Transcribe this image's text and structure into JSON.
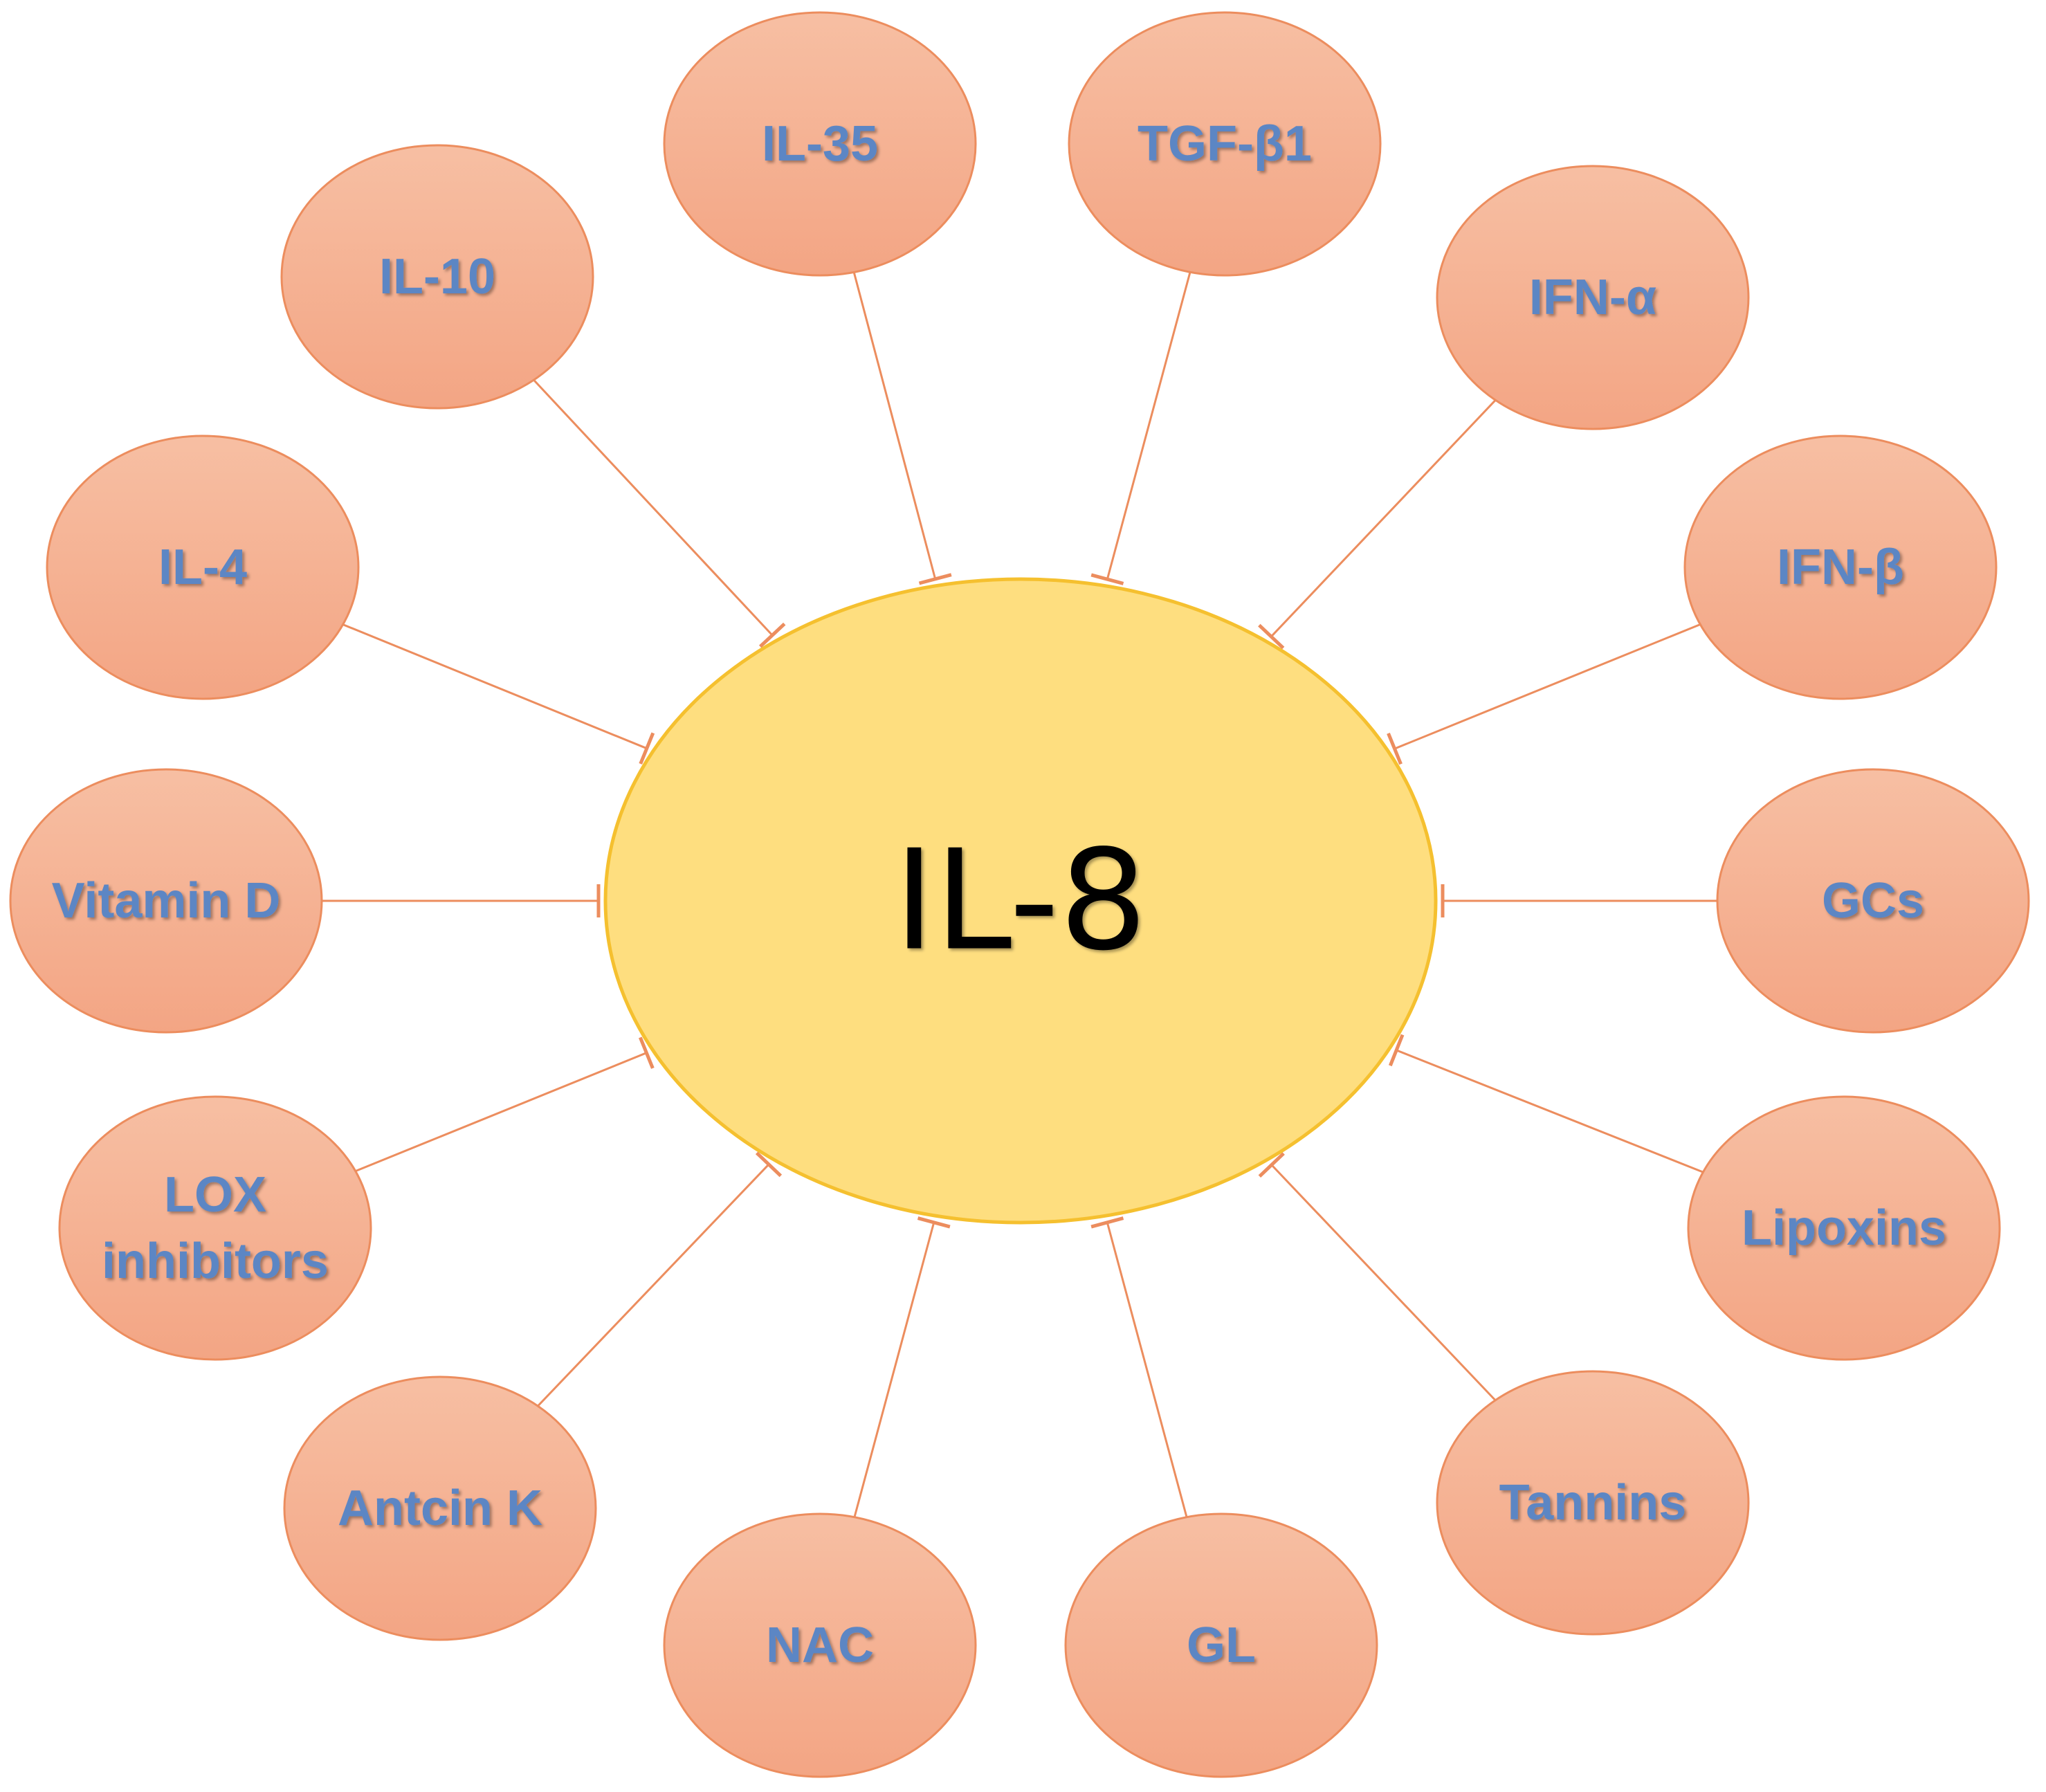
{
  "center": {
    "label": "IL-8"
  },
  "nodes": [
    {
      "id": "il-35",
      "label": [
        "IL-35"
      ]
    },
    {
      "id": "tgf-b1",
      "label": [
        "TGF-β1"
      ]
    },
    {
      "id": "ifn-a",
      "label": [
        "IFN-α"
      ]
    },
    {
      "id": "ifn-b",
      "label": [
        "IFN-β"
      ]
    },
    {
      "id": "gcs",
      "label": [
        "GCs"
      ]
    },
    {
      "id": "lipoxins",
      "label": [
        "Lipoxins"
      ]
    },
    {
      "id": "tannins",
      "label": [
        "Tannins"
      ]
    },
    {
      "id": "gl",
      "label": [
        "GL"
      ]
    },
    {
      "id": "nac",
      "label": [
        "NAC"
      ]
    },
    {
      "id": "antcin-k",
      "label": [
        "Antcin K"
      ]
    },
    {
      "id": "lox-inhibitors",
      "label": [
        "LOX",
        "inhibitors"
      ]
    },
    {
      "id": "vitamin-d",
      "label": [
        "Vitamin D"
      ]
    },
    {
      "id": "il-4",
      "label": [
        "IL-4"
      ]
    },
    {
      "id": "il-10",
      "label": [
        "IL-10"
      ]
    }
  ],
  "edge_type": "inhibition",
  "colors": {
    "node_fill_top": "#f7bfa3",
    "node_fill_bottom": "#f3a584",
    "node_stroke": "#ec8d5e",
    "edge": "#ec8d5e",
    "center_fill": "#fede7f",
    "center_stroke": "#f5c02f",
    "node_text": "#5b86c4",
    "center_text": "#000000"
  }
}
